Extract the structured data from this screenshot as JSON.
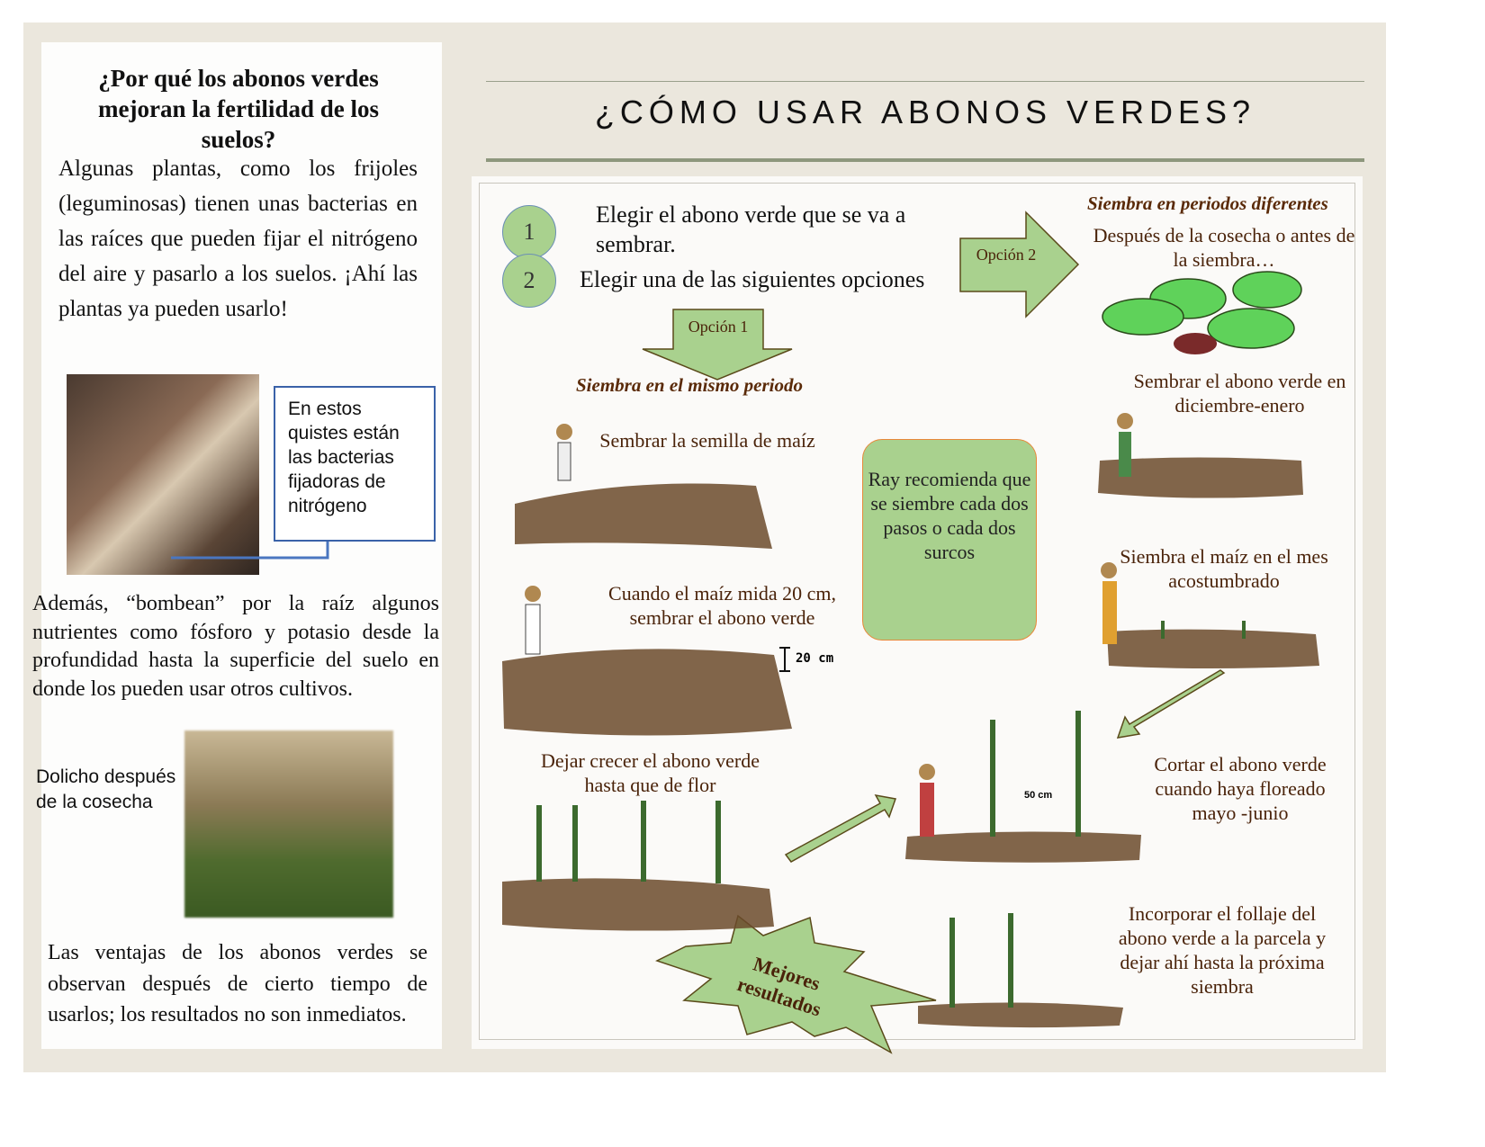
{
  "left": {
    "question": "¿Por qué los abonos verdes mejoran la fertilidad de los suelos?",
    "para1": "Algunas plantas, como los frijoles (leguminosas) tienen unas bacterias en las raíces que pueden fijar el nitrógeno del aire y pasarlo a los suelos. ¡Ahí las plantas ya pueden usarlo!",
    "callout": "En estos quistes están las bacterias fijadoras de nitrógeno",
    "para2": "Además, “bombean” por la raíz algunos nutrientes como fósforo y potasio desde la profundidad hasta la superficie del suelo en donde los pueden usar otros cultivos.",
    "photo_caption": "Dolicho después de la cosecha",
    "para3": "Las ventajas de los abonos verdes se observan después de cierto tiempo de usarlos; los resultados no son inmediatos."
  },
  "title": "¿CÓMO USAR ABONOS VERDES?",
  "steps": [
    {
      "num": "1",
      "text": "Elegir el abono verde que se va a sembrar."
    },
    {
      "num": "2",
      "text": "Elegir una de las siguientes opciones"
    }
  ],
  "option1": {
    "label": "Opción 1",
    "heading": "Siembra en el mismo periodo",
    "items": [
      "Sembrar la semilla de maíz",
      "Cuando el maíz mida 20 cm, sembrar el abono verde",
      "Dejar crecer el abono verde hasta que de flor"
    ],
    "measure": "20 cm"
  },
  "option2": {
    "label": "Opción 2",
    "heading": "Siembra en periodos diferentes",
    "items": [
      "Después de la cosecha o antes de la siembra…",
      "Sembrar el abono verde en diciembre-enero",
      "Siembra el maíz en el mes acostumbrado"
    ]
  },
  "shared": {
    "cut": "Cortar el abono verde cuando haya floreado mayo -junio",
    "measure": "50 cm",
    "incorporate": "Incorporar el follaje del abono verde a la parcela y dejar ahí hasta la próxima siembra"
  },
  "recommendation": "Ray recomienda que se siembre cada dos pasos o cada dos surcos",
  "burst": "Mejores resultados",
  "colors": {
    "green": "#a9d18e",
    "brown": "#4a230a",
    "soil": "#6b4a2b"
  }
}
